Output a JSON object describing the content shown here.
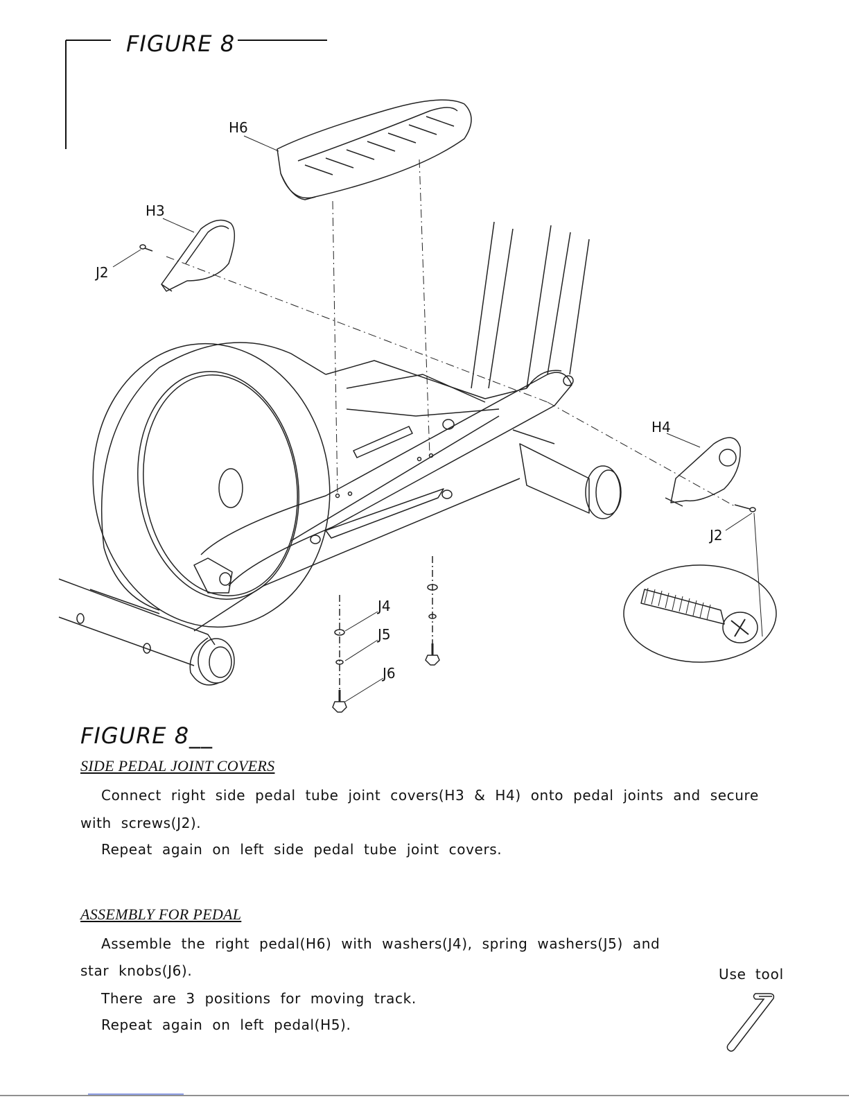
{
  "figure": {
    "title": "FIGURE 8",
    "labels": {
      "h6": "H6",
      "h3": "H3",
      "j2_left": "J2",
      "h4": "H4",
      "j2_right": "J2",
      "j4": "J4",
      "j5": "J5",
      "j6": "J6"
    }
  },
  "instructions": {
    "figure_label": "FIGURE 8__",
    "section1": {
      "heading": "SIDE PEDAL JOINT COVERS",
      "line1": "Connect right side pedal tube joint covers(H3 & H4) onto pedal joints and secure",
      "line2": "with screws(J2).",
      "line3": "Repeat again on left side pedal tube joint covers."
    },
    "section2": {
      "heading": "ASSEMBLY FOR PEDAL",
      "line1": "Assemble the right pedal(H6) with washers(J4), spring washers(J5) and",
      "line2": "star knobs(J6).",
      "line3": "There are 3 positions for moving track.",
      "line4": "Repeat again on left pedal(H5)."
    },
    "tool_label": "Use tool"
  },
  "icons": [
    "hex-key-icon"
  ]
}
